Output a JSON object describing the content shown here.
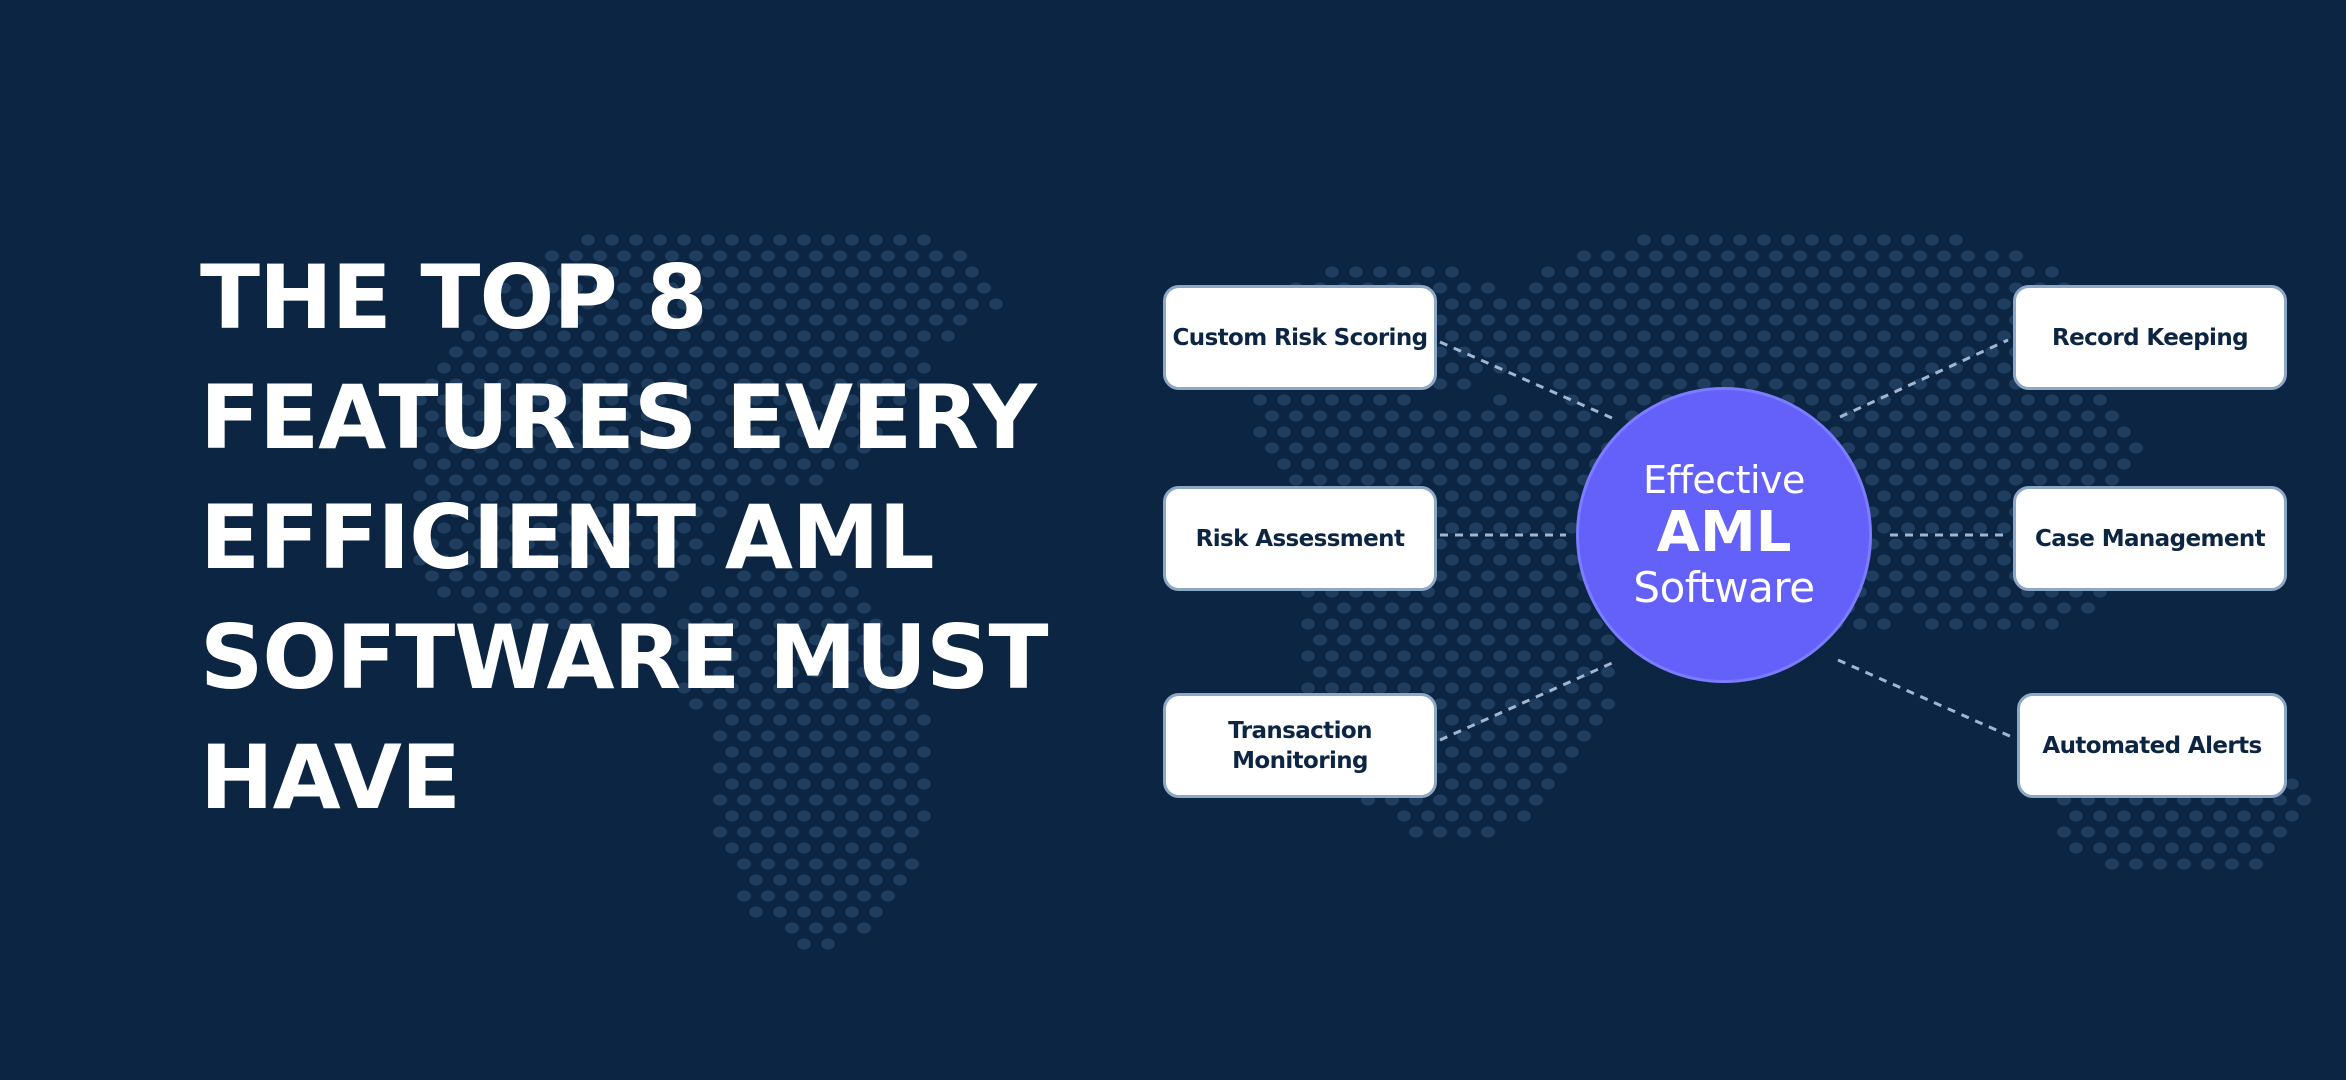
{
  "colors": {
    "background": "#0c2542",
    "map_dots": "#1f3d5f",
    "hub_fill": "#6461fb",
    "box_fill": "#ffffff",
    "box_border": "#8da7c6",
    "box_text": "#0c2542",
    "connector": "#9fb7d3",
    "headline": "#ffffff"
  },
  "headline": {
    "lines": [
      "THE TOP 8",
      "FEATURES EVERY",
      "EFFICIENT AML",
      "SOFTWARE MUST",
      "HAVE"
    ]
  },
  "hub": {
    "line1": "Effective",
    "line2": "AML",
    "line3": "Software"
  },
  "features": {
    "left": [
      {
        "label": "Custom Risk Scoring"
      },
      {
        "label": "Risk Assessment"
      },
      {
        "label": "Transaction Monitoring"
      }
    ],
    "right": [
      {
        "label": "Record Keeping"
      },
      {
        "label": "Case Management"
      },
      {
        "label": "Automated Alerts"
      }
    ]
  }
}
